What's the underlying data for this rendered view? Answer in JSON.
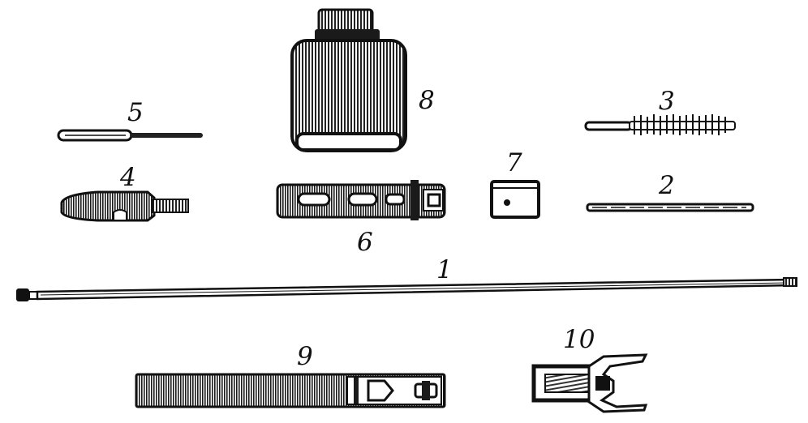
{
  "labels": {
    "item_1": "1",
    "item_2": "2",
    "item_3": "3",
    "item_4": "4",
    "item_5": "5",
    "item_6": "6",
    "item_7": "7",
    "item_8": "8",
    "item_9": "9",
    "item_10": "10"
  },
  "colors": {
    "ink": "#111111",
    "paper": "#ffffff"
  }
}
